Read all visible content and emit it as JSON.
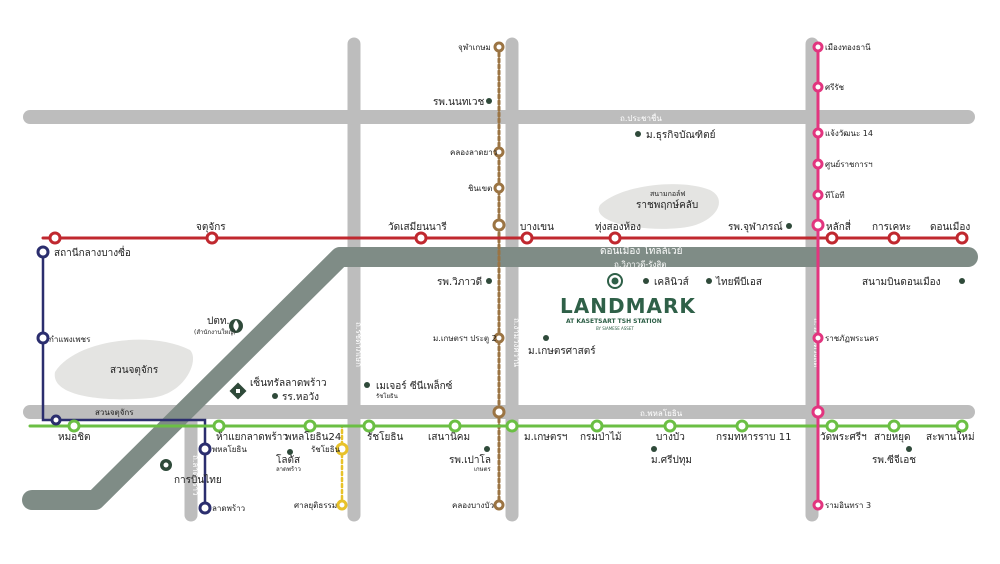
{
  "colors": {
    "road": "#bdbdbd",
    "expressway": "#7f8c86",
    "red_line": "#c0282f",
    "pink_line": "#e2357f",
    "green_line": "#6bbf44",
    "brown_line": "#9b7443",
    "yellow_line": "#e8c22a",
    "blue_line": "#2b2e6e",
    "landmark": "#2f6048",
    "park": "#e4e4e2",
    "text": "#222222"
  },
  "brand": {
    "title": "LANDMARK",
    "subtitle": "AT KASETSART TSH STATION",
    "developer": "BY SIAMESE ASSET"
  },
  "roads": {
    "prachachuen": "ถ.ประชาชื่น",
    "vibhavadi": "ถ.วิภาวดี-รังสิต",
    "phahonyothin": "ถ.พหลโยธิน",
    "ratchadaphisek": "ถ.รัชดาภิเษก",
    "ngamwongwan": "ถ.งามวงศ์วาน",
    "viphavadi_v": "ถ.วิภาวดีรังสิต",
    "lat_phrao": "ถ.ลาดพร้าว",
    "don_mueang_tollway": "ดอนเมือง โทลล์เวย์"
  },
  "stations": {
    "chatuchak": "จตุจักร",
    "bang_sue": "สถานีกลางบางซื่อ",
    "wat_samian": "วัดเสมียนนารี",
    "bang_khen": "บางเขน",
    "thung_song_hong": "ทุ่งสองห้อง",
    "lak_si": "หลักสี่",
    "kan_kheha": "การเคหะ",
    "don_mueang": "ดอนเมือง",
    "kamphaeng_phet": "กำแพงเพชร",
    "suan_chatuchak": "สวนจตุจักร",
    "mo_chit": "หมอชิต",
    "ha_yaek": "ห้าแยกลาดพร้าว",
    "phahon_yothin_24": "พหลโยธิน24",
    "ratchayothin": "รัชโยธิน",
    "sena_nikhom": "เสนานิคม",
    "kasetsart_u": "ม.เกษตรฯ",
    "royal_forest": "กรมป่าไม้",
    "bang_bua": "บางบัว",
    "infantry_11": "กรมทหารราบ 11",
    "wat_phra_sri": "วัดพระศรีฯ",
    "sai_yud": "สายหยุด",
    "saphan_mai": "สะพานใหม่",
    "phahon_yothin_mrt": "พหลโยธิน",
    "lat_phrao_mrt": "ลาดพร้าว",
    "chuchat_nagam": "จุฬาเกษม",
    "khlong_lat_yao": "คลองลาดยาว",
    "chinkhet": "ชินเขต",
    "ratchayothin_y": "รัชโยธิน",
    "sanyuttham": "ศาลยุติธรรม",
    "kasetsart_2": "ม.เกษตรฯ ประตู 2",
    "khlong_bang_bua": "คลองบางบัว",
    "mueang_thong": "เมืองทองธานี",
    "si_rat": "ศรีรัช",
    "chaeng_14": "แจ้งวัฒนะ 14",
    "gov_center": "ศูนย์ราชการฯ",
    "tot": "ทีโอที",
    "rajabhat": "ราชภัฏพระนคร",
    "ram_inthra_3": "รามอินทรา 3"
  },
  "places": {
    "nonthavej": "รพ.นนทเวช",
    "dpu": "ม.ธุรกิจบัณฑิตย์",
    "ratchaphruek": "ราชพฤกษ์คลับ",
    "golf_label": "สนามกอล์ฟ",
    "chulabhorn": "รพ.จุฬาภรณ์",
    "vibhavadi_h": "รพ.วิภาวดี",
    "clinic_pcs": "เคลินิวส์",
    "thai_pbs": "ไทยพีบีเอส",
    "don_mueang_airport": "สนามบินดอนเมือง",
    "ptt": "ปตท.",
    "ptt_sub": "(สำนักงานใหญ่)",
    "kasetsart_univ": "ม.เกษตรศาสตร์",
    "suan_chatuchak_park": "สวนจตุจักร",
    "central_ladprao": "เซ็นทรัลลาดพร้าว",
    "horwang": "รร.หอวัง",
    "major": "เมเจอร์ ซีนีเพล็กซ์",
    "major_sub": "รัชโยธิน",
    "lotus": "โลตัส",
    "lotus_sub": "ลาดพร้าว",
    "thai_airways": "การบินไทย",
    "paolo": "รพ.เปาโล",
    "paolo_sub": "เกษตร",
    "sripatum": "ม.ศรีปทุม",
    "sikarin": "รพ.ซีจีเอช"
  }
}
